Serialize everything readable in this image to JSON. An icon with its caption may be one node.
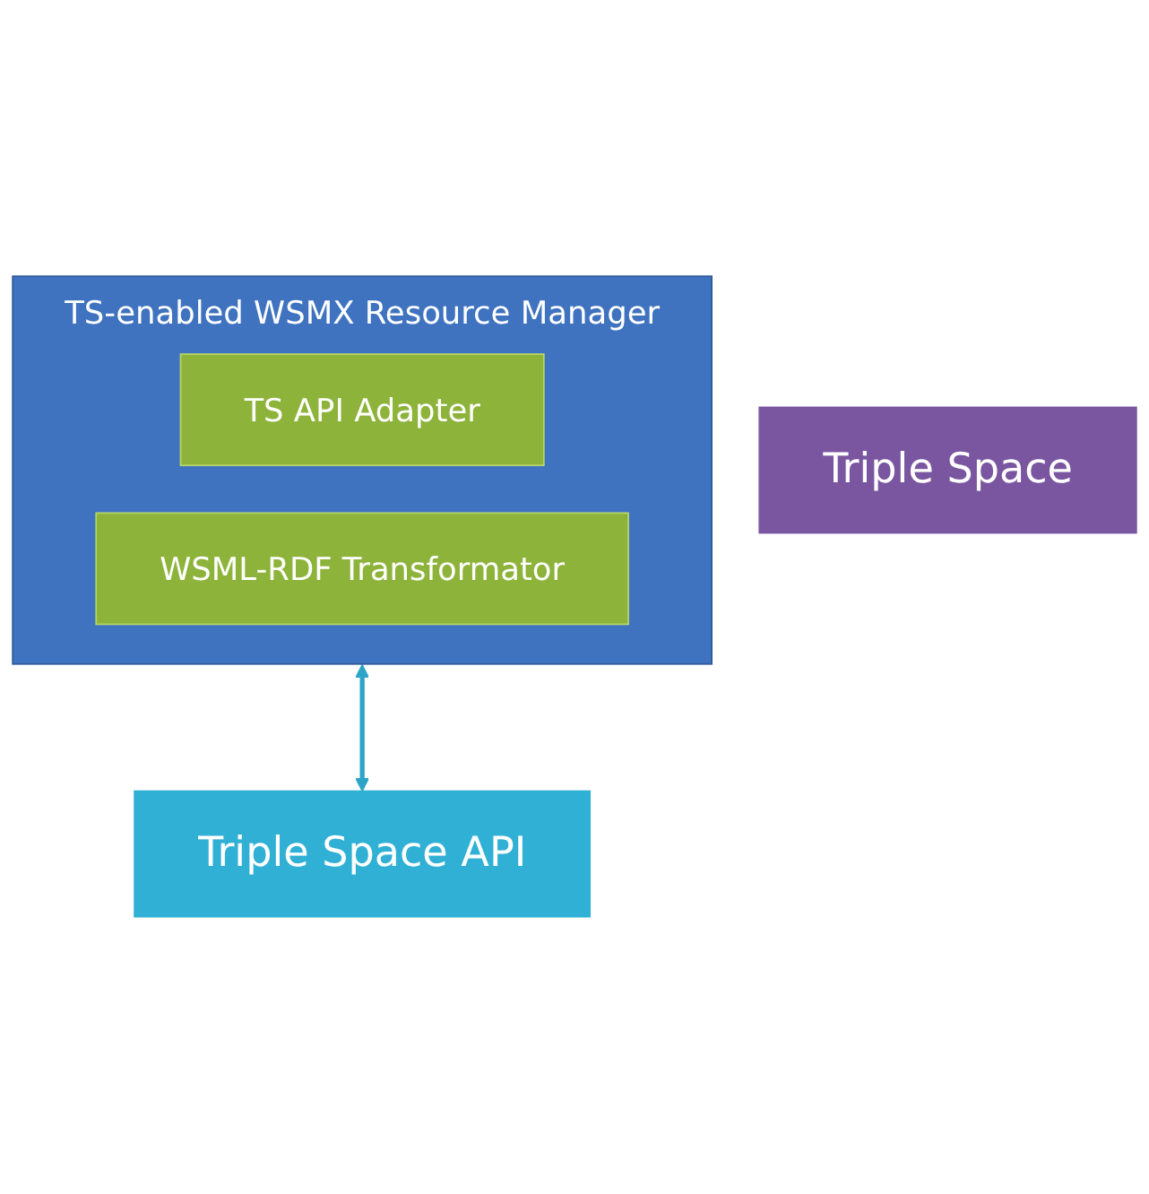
{
  "diagram": {
    "nodes": [
      {
        "text": [
          "TS-enabled WSMX Resource Manager"
        ]
      },
      {
        "text": [
          "TS API Adapter"
        ],
        "in": 0
      },
      {
        "text": [
          "WSML-RDF Transformator"
        ],
        "in": 0
      },
      {
        "text": [
          "Triple Space API"
        ]
      },
      {
        "text": [
          "Triple Space"
        ]
      }
    ],
    "edges": [
      {
        "from": 0,
        "to": 3,
        "arrow": "both",
        "color": "#2ea3c8"
      }
    ]
  }
}
